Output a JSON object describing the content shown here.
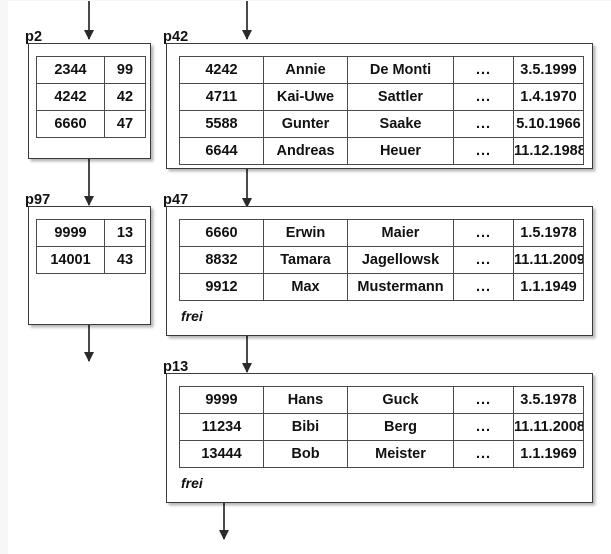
{
  "diagram": {
    "title": "B-Baum Datenseiten / Index Diagramm",
    "accent_color": "#111111",
    "line_color": "#4a4a4a",
    "box_border_color": "#3a3a3a",
    "background": "#ffffff"
  },
  "index_pages": [
    {
      "label": "p2",
      "rows": [
        {
          "key": "2344",
          "pointer": "99"
        },
        {
          "key": "4242",
          "pointer": "42"
        },
        {
          "key": "6660",
          "pointer": "47"
        }
      ]
    },
    {
      "label": "p97",
      "rows": [
        {
          "key": "9999",
          "pointer": "13"
        },
        {
          "key": "14001",
          "pointer": "43"
        }
      ]
    }
  ],
  "data_pages": [
    {
      "label": "p42",
      "free_label": "",
      "rows": [
        {
          "id": "4242",
          "first_name": "Annie",
          "last_name": "De Monti",
          "more": "...",
          "date": "3.5.1999"
        },
        {
          "id": "4711",
          "first_name": "Kai-Uwe",
          "last_name": "Sattler",
          "more": "...",
          "date": "1.4.1970"
        },
        {
          "id": "5588",
          "first_name": "Gunter",
          "last_name": "Saake",
          "more": "...",
          "date": "5.10.1966"
        },
        {
          "id": "6644",
          "first_name": "Andreas",
          "last_name": "Heuer",
          "more": "...",
          "date": "11.12.1988"
        }
      ]
    },
    {
      "label": "p47",
      "free_label": "frei",
      "rows": [
        {
          "id": "6660",
          "first_name": "Erwin",
          "last_name": "Maier",
          "more": "...",
          "date": "1.5.1978"
        },
        {
          "id": "8832",
          "first_name": "Tamara",
          "last_name": "Jagellowsk",
          "more": "...",
          "date": "11.11.2009"
        },
        {
          "id": "9912",
          "first_name": "Max",
          "last_name": "Mustermann",
          "more": "...",
          "date": "1.1.1949"
        }
      ]
    },
    {
      "label": "p13",
      "free_label": "frei",
      "rows": [
        {
          "id": "9999",
          "first_name": "Hans",
          "last_name": "Guck",
          "more": "...",
          "date": "3.5.1978"
        },
        {
          "id": "11234",
          "first_name": "Bibi",
          "last_name": "Berg",
          "more": "...",
          "date": "11.11.2008"
        },
        {
          "id": "13444",
          "first_name": "Bob",
          "last_name": "Meister",
          "more": "...",
          "date": "1.1.1969"
        }
      ]
    }
  ]
}
